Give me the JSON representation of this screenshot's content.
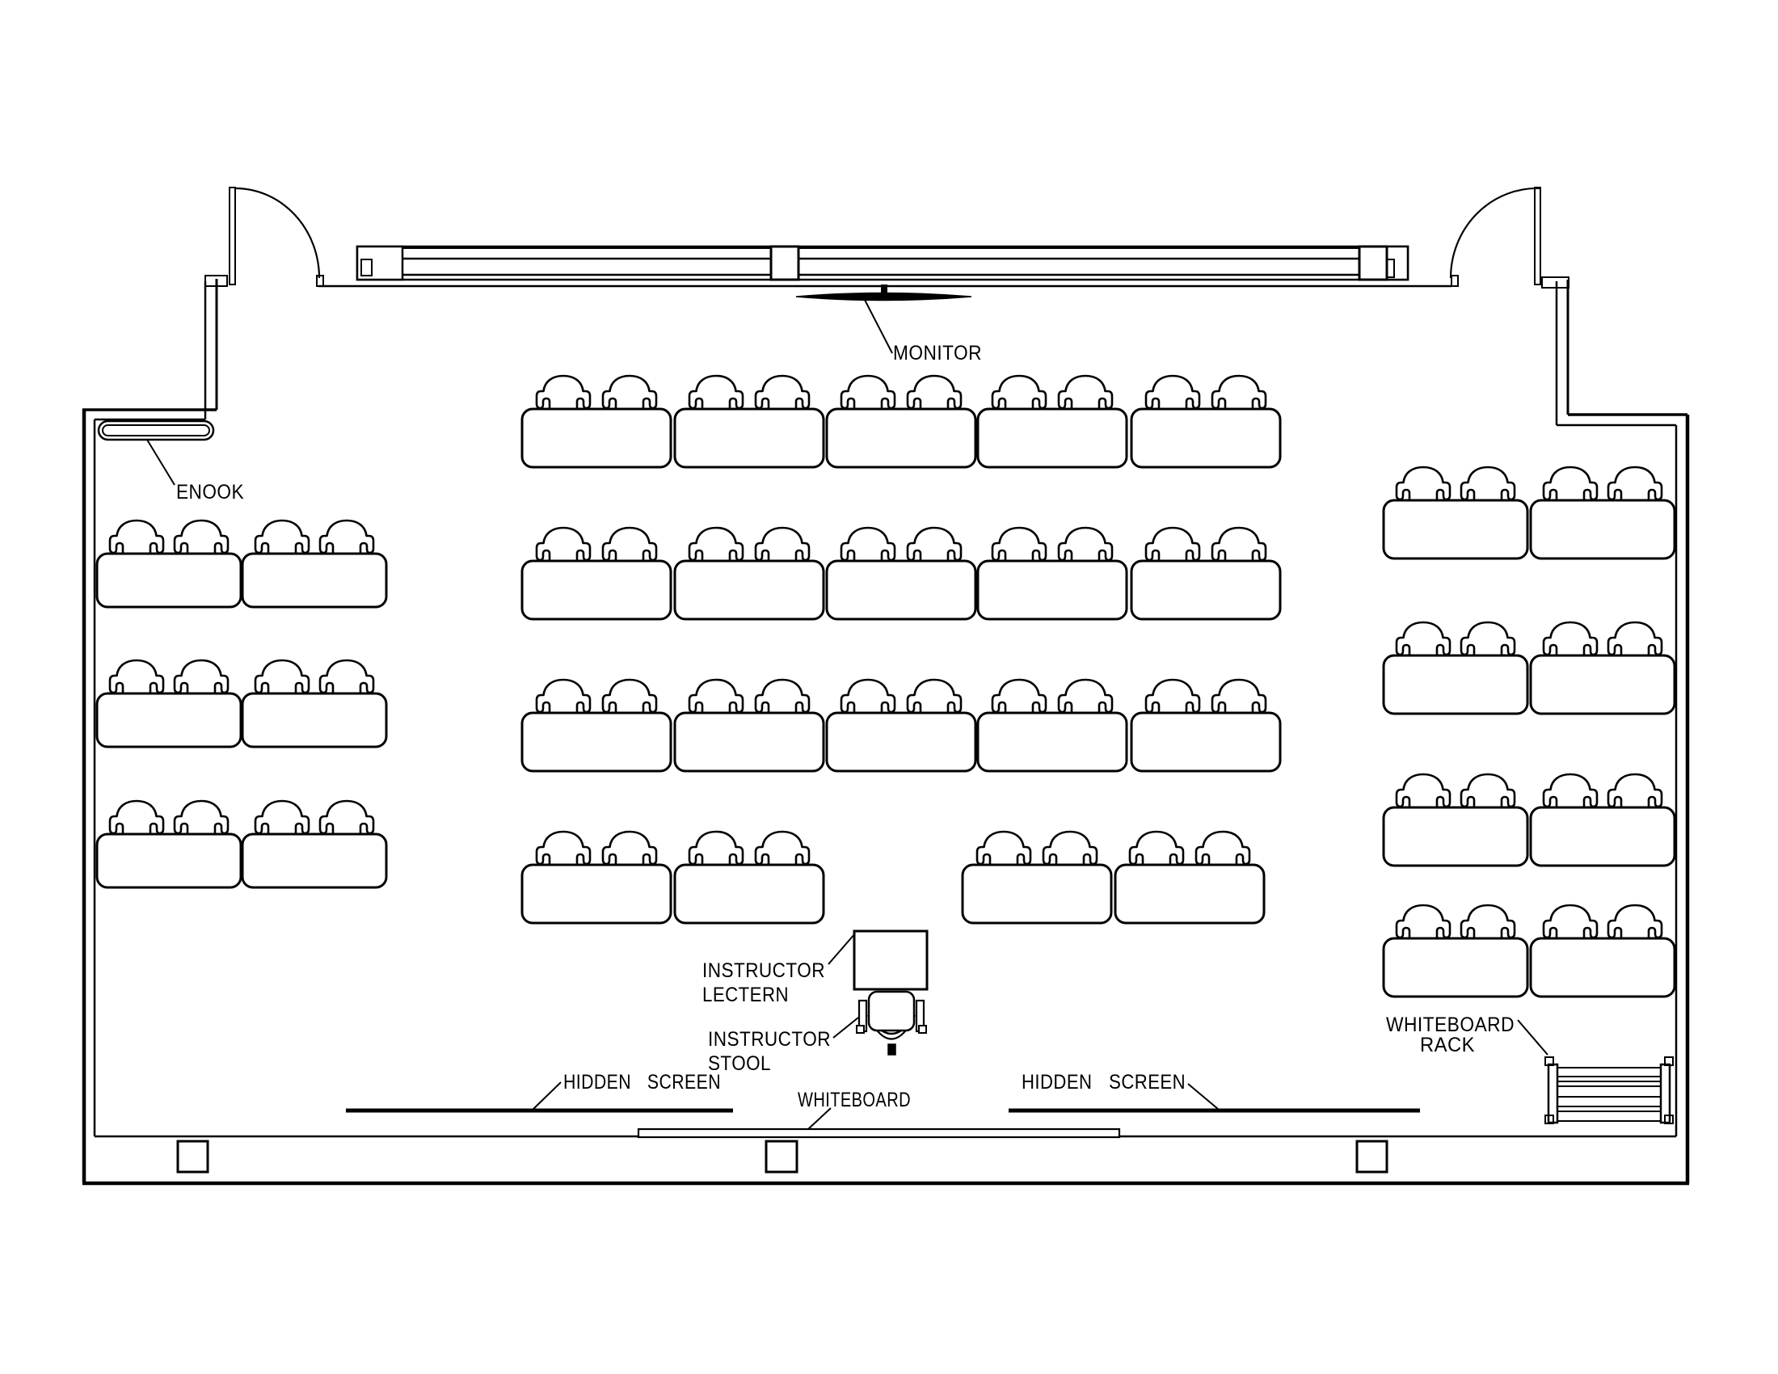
{
  "page": {
    "background": "#ffffff",
    "line_color": "#000000",
    "drawing_type": "classroom floor plan"
  },
  "labels": {
    "monitor": "MONITOR",
    "enook": "ENOOK",
    "instructor_lectern": {
      "line1": "INSTRUCTOR",
      "line2": "LECTERN"
    },
    "instructor_stool": {
      "line1": "INSTRUCTOR",
      "line2": "STOOL"
    },
    "hidden_screen_left": "HIDDEN SCREEN",
    "hidden_screen_right": "HIDDEN SCREEN",
    "whiteboard": "WHITEBOARD",
    "whiteboard_rack": {
      "line1": "WHITEBOARD",
      "line2": "RACK"
    }
  },
  "furniture_summary": {
    "student_tables": 33,
    "student_chairs": 66,
    "doors": 2,
    "wall_columns": 3,
    "hidden_screens": 2
  }
}
